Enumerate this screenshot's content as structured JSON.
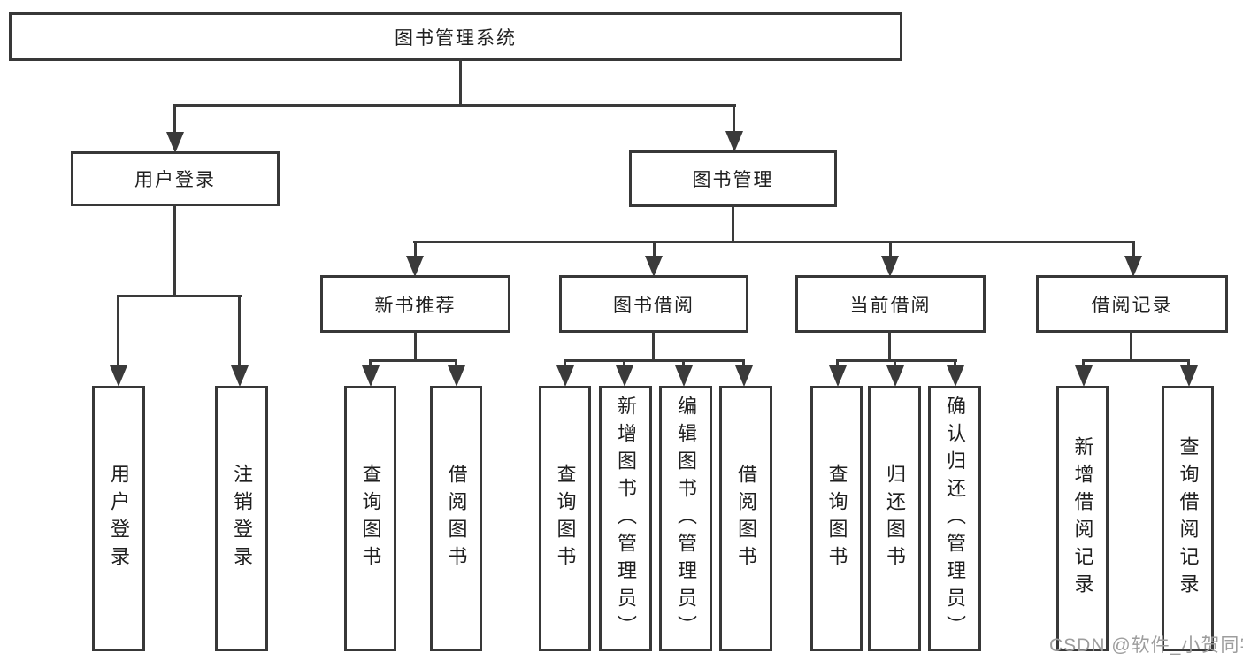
{
  "colors": {
    "line": "#3a3a3a",
    "border": "#383838",
    "text": "#1f1f1f",
    "background": "#ffffff",
    "watermark": "#9d9d9d"
  },
  "root": {
    "label": "图书管理系统"
  },
  "branches": {
    "user_login": {
      "label": "用户登录",
      "children": [
        "用户登录",
        "注销登录"
      ]
    },
    "book_management": {
      "label": "图书管理",
      "children": {
        "new_book_recommend": {
          "label": "新书推荐",
          "children": [
            "查询图书",
            "借阅图书"
          ]
        },
        "book_borrow": {
          "label": "图书借阅",
          "children": [
            "查询图书",
            "新增图书（管理员）",
            "编辑图书（管理员）",
            "借阅图书"
          ]
        },
        "current_borrow": {
          "label": "当前借阅",
          "children": [
            "查询图书",
            "归还图书",
            "确认归还（管理员）"
          ]
        },
        "borrow_records": {
          "label": "借阅记录",
          "children": [
            "新增借阅记录",
            "查询借阅记录"
          ]
        }
      }
    }
  },
  "watermark": {
    "text": "CSDN @软件_小贺同学"
  }
}
